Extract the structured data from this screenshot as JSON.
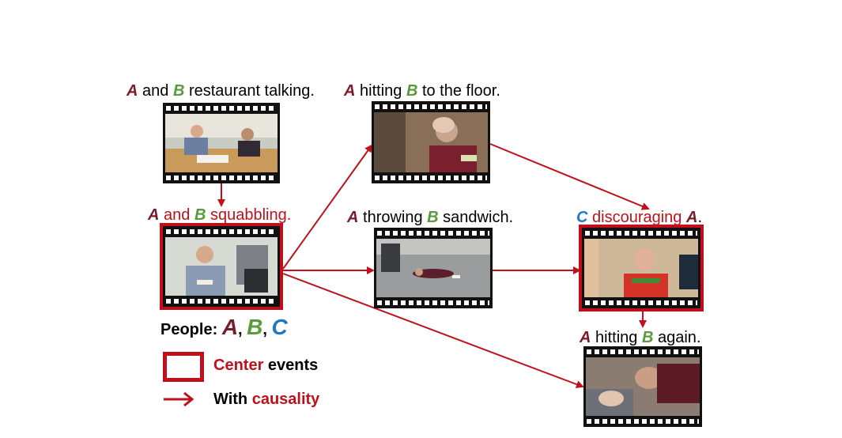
{
  "events": [
    {
      "id": "e1",
      "a": "A",
      "mid1": " and ",
      "b": "B",
      "rest": " restaurant talking."
    },
    {
      "id": "e2",
      "a": "A",
      "mid1": " and ",
      "b": "B",
      "rest": " squabbling."
    },
    {
      "id": "e3",
      "a": "A",
      "mid1": " hitting ",
      "b": "B",
      "rest": " to the floor."
    },
    {
      "id": "e4",
      "a": "A",
      "mid1": " throwing ",
      "b": "B",
      "rest": " sandwich."
    },
    {
      "id": "e5",
      "c": "C",
      "mid1": " discouraging ",
      "a": "A",
      "rest": "."
    },
    {
      "id": "e6",
      "a": "A",
      "mid1": " hitting ",
      "b": "B",
      "rest": " again."
    }
  ],
  "people": {
    "label": "People:",
    "a": "A",
    "sep1": ", ",
    "b": "B",
    "sep2": ", ",
    "c": "C"
  },
  "legend": {
    "center_word": "Center",
    "center_rest": " events",
    "causality_prefix": "With ",
    "causality_word": "causality"
  },
  "colors": {
    "person_a": "#7b1c2a",
    "person_b": "#5a9a3c",
    "person_c": "#1f78c0",
    "highlight": "#c0101c"
  }
}
